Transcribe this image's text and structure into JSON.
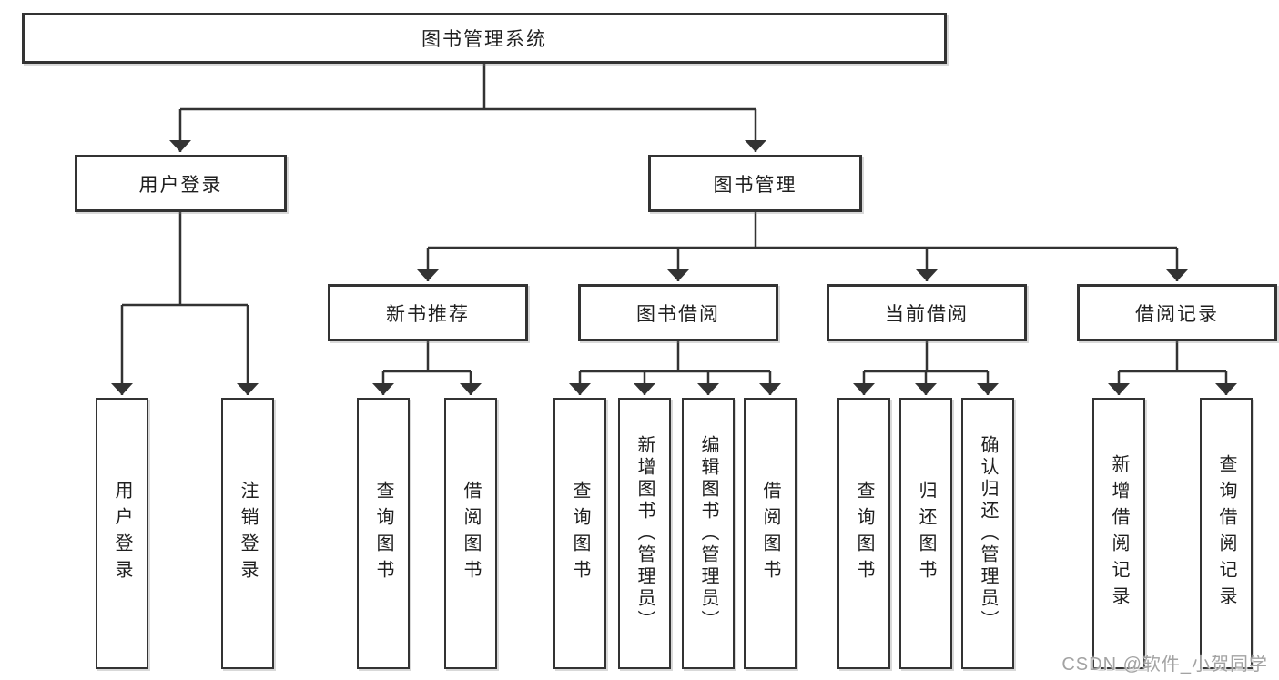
{
  "colors": {
    "line": "#333333",
    "box_border": "#333333",
    "label_text": "#1f1f1f",
    "watermark": "#a3a3a3",
    "background": "#ffffff"
  },
  "nodes": {
    "root": {
      "label": "图书管理系统"
    },
    "user_login": {
      "label": "用户登录",
      "children": [
        {
          "label": "用户登录"
        },
        {
          "label": "注销登录"
        }
      ]
    },
    "book_mgmt": {
      "label": "图书管理"
    },
    "new_books": {
      "label": "新书推荐",
      "children": [
        {
          "label": "查询图书"
        },
        {
          "label": "借阅图书"
        }
      ]
    },
    "book_borrow": {
      "label": "图书借阅",
      "children": [
        {
          "label": "查询图书"
        },
        {
          "label": "新增图书（管理员）"
        },
        {
          "label": "编辑图书（管理员）"
        },
        {
          "label": "借阅图书"
        }
      ]
    },
    "current_borrow": {
      "label": "当前借阅",
      "children": [
        {
          "label": "查询图书"
        },
        {
          "label": "归还图书"
        },
        {
          "label": "确认归还（管理员）"
        }
      ]
    },
    "borrow_records": {
      "label": "借阅记录",
      "children": [
        {
          "label": "新增借阅记录"
        },
        {
          "label": "查询借阅记录"
        }
      ]
    }
  },
  "watermark": {
    "text": "CSDN @软件_小贺同学"
  }
}
